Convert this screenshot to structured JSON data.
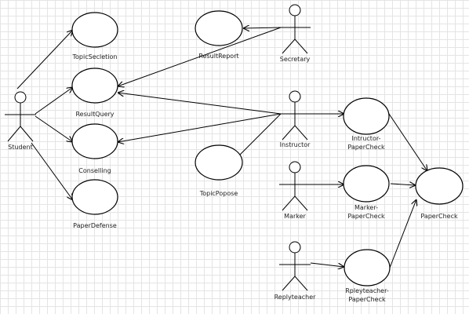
{
  "actors": {
    "student": "Student",
    "secretary": "Secretary",
    "instructor": "Instructor",
    "marker": "Marker",
    "replyteacher": "Replyteacher"
  },
  "use_cases": {
    "topic_selection": "TopicSecletion",
    "result_query": "ResultQuery",
    "conselling": "Conselling",
    "paper_defense": "PaperDefense",
    "result_report": "ResultReport",
    "topic_propose": "TopicPopose",
    "instructor_papercheck": [
      "Intructor-",
      "PaperCheck"
    ],
    "marker_papercheck": [
      "Marker-",
      "PaperCheck"
    ],
    "replyteacher_papercheck": [
      "Rpleyteacher-",
      "PaperCheck"
    ],
    "paper_check": "PaperCheck"
  }
}
